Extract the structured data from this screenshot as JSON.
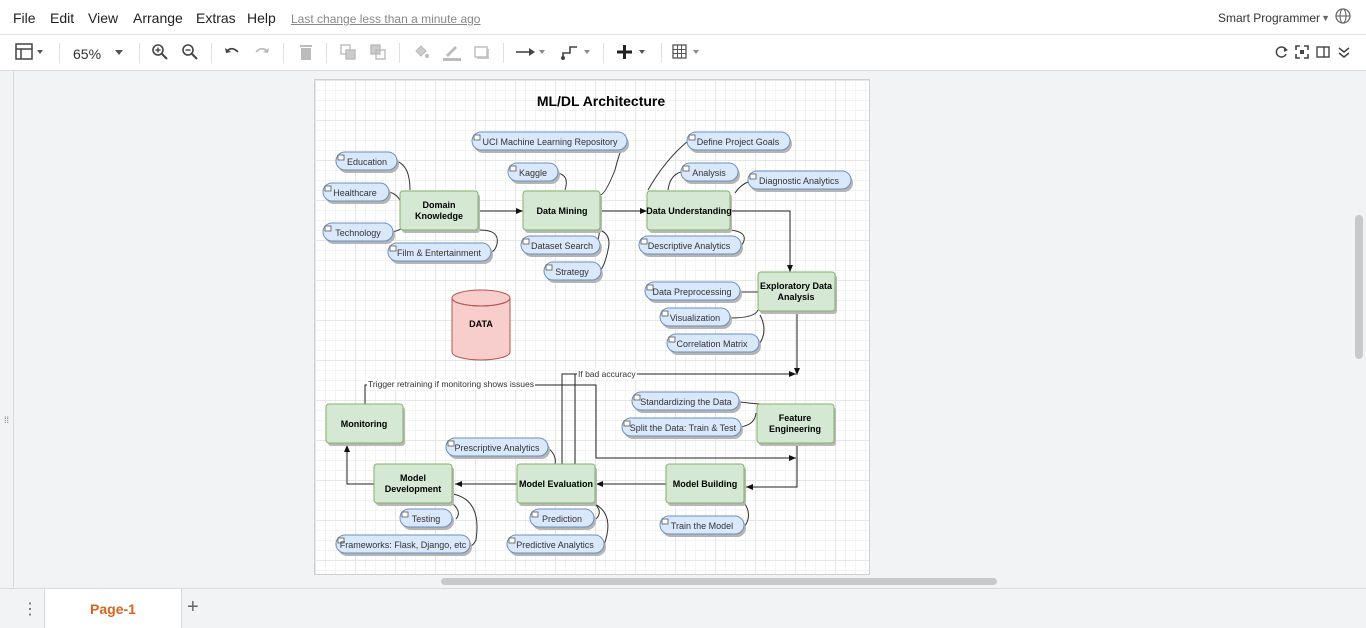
{
  "menu": {
    "items": [
      "File",
      "Edit",
      "View",
      "Arrange",
      "Extras",
      "Help"
    ],
    "last_change": "Last change less than a minute ago",
    "user": "Smart Programmer"
  },
  "toolbar": {
    "zoom": "65%",
    "icons": [
      "format-panel-icon",
      "zoom-in-icon",
      "zoom-out-icon",
      "undo-icon",
      "redo-icon",
      "delete-icon",
      "to-front-icon",
      "to-back-icon",
      "fill-color-icon",
      "line-color-icon",
      "shadow-icon",
      "connection-icon",
      "waypoints-icon",
      "insert-icon",
      "table-icon",
      "refresh-icon",
      "fullscreen-icon",
      "split-view-icon",
      "collapse-icon"
    ]
  },
  "tabs": {
    "active": "Page-1"
  },
  "diagram": {
    "title": "ML/DL Architecture",
    "data_cylinder": "DATA",
    "boxes": {
      "domain": [
        "Domain",
        "Knowledge"
      ],
      "mining": "Data Mining",
      "understanding": "Data Understanding",
      "eda": [
        "Exploratory Data",
        "Analysis"
      ],
      "feature": [
        "Feature",
        "Engineering"
      ],
      "building": "Model Building",
      "evaluation": "Model Evaluation",
      "development": [
        "Model",
        "Development"
      ],
      "monitoring": "Monitoring"
    },
    "pills": {
      "education": "Education",
      "healthcare": "Healthcare",
      "technology": "Technology",
      "film": "Film & Entertainment",
      "uci": "UCI Machine Learning Repository",
      "kaggle": "Kaggle",
      "dataset_search": "Dataset Search",
      "strategy": "Strategy",
      "goals": "Define Project Goals",
      "analysis": "Analysis",
      "diagnostic": "Diagnostic Analytics",
      "descriptive": "Descriptive Analytics",
      "preprocessing": "Data Preprocessing",
      "visualization": "Visualization",
      "correlation": "Correlation Matrix",
      "standardizing": "Standardizing the Data",
      "split": "Split the Data: Train & Test",
      "train": "Train the Model",
      "prescriptive": "Prescriptive Analytics",
      "prediction": "Prediction",
      "predictive": "Predictive Analytics",
      "testing": "Testing",
      "frameworks": "Frameworks: Flask, Django, etc"
    },
    "edge_labels": {
      "retrain": "Trigger retraining if monitoring shows issues",
      "bad_accuracy": "If bad accuracy"
    }
  }
}
